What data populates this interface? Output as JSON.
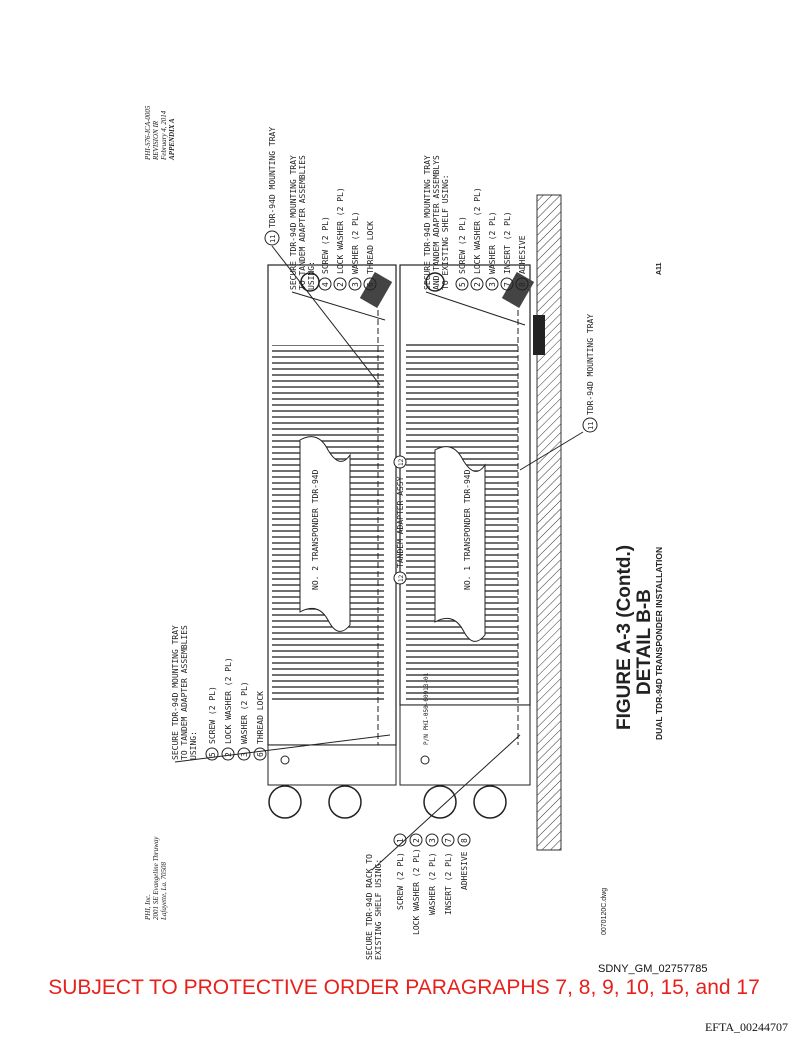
{
  "header": {
    "doc_id": "PHI-S76-ICA-0005",
    "revision": "REVISION IR",
    "date": "February 4, 2014",
    "appendix": "APPENDIX A"
  },
  "address": {
    "company": "PHI, Inc.",
    "street": "2001 SE Evangeline Thruway",
    "city": "Lafayette, La. 70508"
  },
  "drawing": {
    "callout_top_left": {
      "lines": [
        "SECURE TDR-94D MOUNTING TRAY",
        "TO TANDEM ADAPTER ASSEMBLIES",
        "USING:"
      ],
      "items": [
        {
          "num": "5",
          "text": "SCREW (2 PL)"
        },
        {
          "num": "2",
          "text": "LOCK WASHER (2 PL)"
        },
        {
          "num": "3",
          "text": "WASHER (2 PL)"
        },
        {
          "num": "6",
          "text": "THREAD LOCK"
        }
      ]
    },
    "callout_top_right": {
      "tray": {
        "num": "11",
        "text": "TDR-94D MOUNTING TRAY"
      },
      "lines": [
        "SECURE TDR-94D MOUNTING TRAY",
        "TO TANDEM ADAPTER ASSEMBLIES",
        "USING:"
      ],
      "items": [
        {
          "num": "4",
          "text": "SCREW (2 PL)"
        },
        {
          "num": "2",
          "text": "LOCK WASHER (2 PL)"
        },
        {
          "num": "3",
          "text": "WASHER (2 PL)"
        },
        {
          "num": "6",
          "text": "THREAD LOCK"
        }
      ]
    },
    "callout_mid_right": {
      "lines": [
        "SECURE TDR-94D MOUNTING TRAY",
        "AND TANDEM ADAPTER ASSEMBLYS",
        "TO EXISTING SHELF USING:"
      ],
      "items": [
        {
          "num": "5",
          "text": "SCREW (2 PL)"
        },
        {
          "num": "2",
          "text": "LOCK WASHER (2 PL)"
        },
        {
          "num": "3",
          "text": "WASHER (2 PL)"
        },
        {
          "num": "7",
          "text": "INSERT (2 PL)"
        },
        {
          "num": "8",
          "text": "ADHESIVE"
        }
      ]
    },
    "callout_bottom": {
      "lines": [
        "SECURE TDR-94D RACK TO",
        "EXISTING SHELF USING:"
      ],
      "items": [
        {
          "num": "1",
          "text": "SCREW (2 PL)"
        },
        {
          "num": "2",
          "text": "LOCK WASHER (2 PL)"
        },
        {
          "num": "3",
          "text": "WASHER (2 PL)"
        },
        {
          "num": "7",
          "text": "INSERT (2 PL)"
        },
        {
          "num": "8",
          "text": "ADHESIVE"
        }
      ]
    },
    "transponder_2": "NO. 2 TRANSPONDER TDR-94D",
    "transponder_1": "NO. 1 TRANSPONDER TDR-94D",
    "adapter": {
      "num": "12",
      "text": "TANDEM ADAPTER ASSY"
    },
    "tray_bottom": {
      "num": "11",
      "text": "TDR-94D MOUNTING TRAY"
    },
    "part_number": "P/N PHI-050-60913-01"
  },
  "figure": {
    "title": "FIGURE A-3  (Contd.)",
    "subtitle": "DETAIL B-B",
    "caption": "DUAL TDR-94D TRANSPONDER INSTALLATION"
  },
  "dwg_file": "0070120C.dwg",
  "page_label": "A11",
  "footer": {
    "bates": "SDNY_GM_02757785",
    "protective_order": "SUBJECT TO PROTECTIVE ORDER PARAGRAPHS 7, 8, 9, 10, 15, and 17",
    "efta": "EFTA_00244707"
  },
  "colors": {
    "order_text": "#e8201c"
  }
}
